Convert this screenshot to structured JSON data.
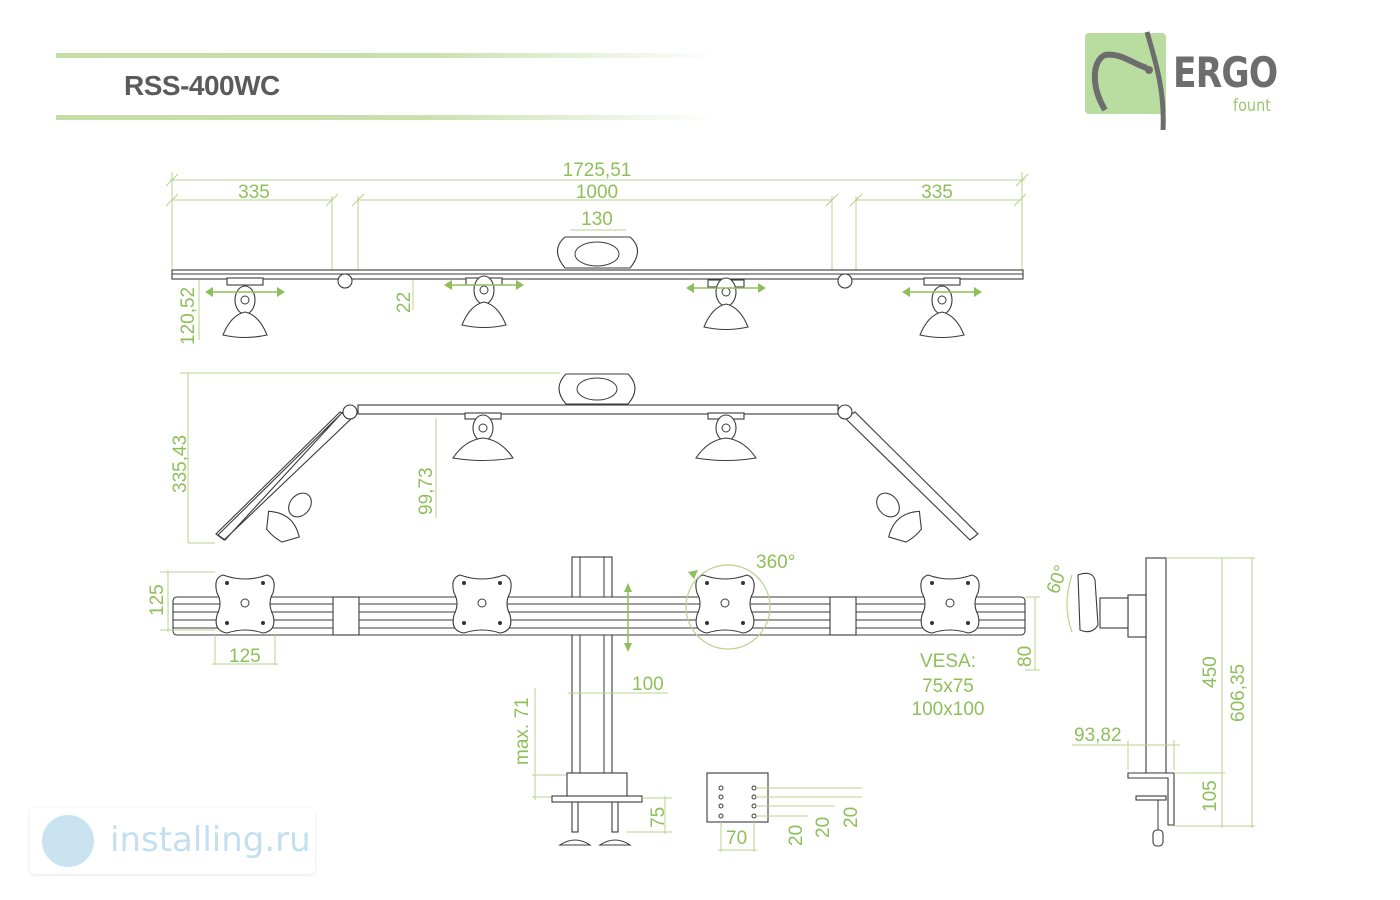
{
  "header": {
    "model": "RSS-400WC"
  },
  "logo": {
    "brand": "ERGO",
    "sub": "fount"
  },
  "colors": {
    "accent_green": "#8fbf5a",
    "dimension_line": "#b7d38f",
    "outline": "#3b3b3b",
    "title_gray": "#5b5b5b",
    "logo_box": "#b9dca0",
    "watermark": "#c3dff0"
  },
  "top_view": {
    "overall_width": "1725,51",
    "left_segment": "335",
    "center_segment": "1000",
    "right_segment": "335",
    "pole_clamp_width": "130",
    "depth": "120,52",
    "rail_offset": "22"
  },
  "angled_view": {
    "depth": "335,43",
    "offset": "99,73"
  },
  "front_view": {
    "vesa_height": "125",
    "vesa_width": "125",
    "rotation": "360°",
    "rail_height": "80",
    "vesa_label": "VESA:",
    "vesa_sizes": [
      "75x75",
      "100x100"
    ],
    "pole_width": "100",
    "max_thickness": "max. 71",
    "clamp_depth": "75"
  },
  "base_plate": {
    "width": "70",
    "hole_spacings": [
      "20",
      "20",
      "20"
    ]
  },
  "side_view": {
    "tilt": "60°",
    "pole_height": "450",
    "total_height": "606,35",
    "clamp_offset": "93,82",
    "clamp_height": "105"
  },
  "watermark": {
    "text": "installing.ru"
  }
}
